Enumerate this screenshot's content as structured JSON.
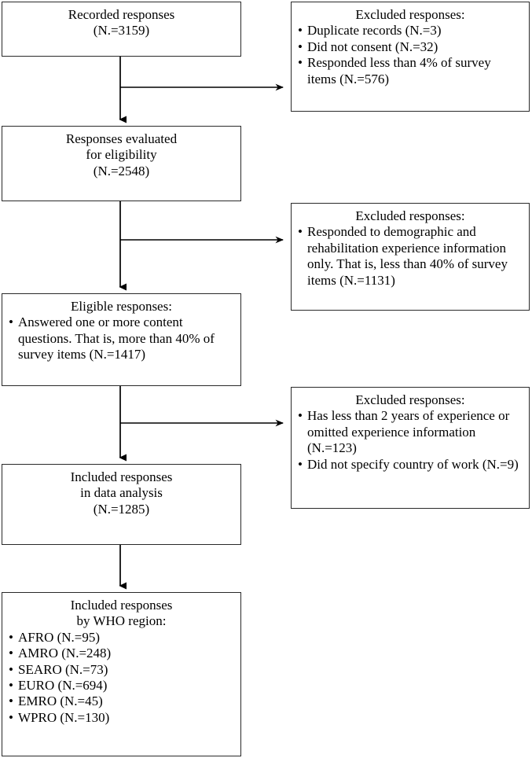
{
  "diagram": {
    "type": "flowchart",
    "title": "Survey response inclusion flow",
    "colors": {
      "stroke": "#2a2a2a",
      "background": "#ffffff",
      "text": "#000000"
    },
    "bullet_glyph": "•"
  },
  "boxes": {
    "recorded": {
      "heading_line_1": "Recorded responses",
      "heading_line_2": "(N.=3159)"
    },
    "evaluated": {
      "heading_line_1": "Responses evaluated",
      "heading_line_2": "for eligibility",
      "heading_line_3": "(N.=2548)"
    },
    "eligible": {
      "heading": "Eligible responses:",
      "items": [
        "Answered one or more content questions. That is, more than 40% of survey items (N.=1417)"
      ]
    },
    "included": {
      "heading_line_1": "Included responses",
      "heading_line_2": "in data analysis",
      "heading_line_3": "(N.=1285)"
    },
    "who": {
      "heading_line_1": "Included responses",
      "heading_line_2": "by WHO region:",
      "items": [
        "AFRO (N.=95)",
        "AMRO (N.=248)",
        "SEARO (N.=73)",
        "EURO (N.=694)",
        "EMRO (N.=45)",
        "WPRO (N.=130)"
      ]
    },
    "excluded_1": {
      "heading": "Excluded responses:",
      "items": [
        "Duplicate records (N.=3)",
        "Did not consent (N.=32)",
        "Responded less than 4% of survey items (N.=576)"
      ]
    },
    "excluded_2": {
      "heading": "Excluded responses:",
      "items": [
        "Responded to demographic and rehabilitation experience information only. That is, less than 40% of survey items (N.=1131)"
      ]
    },
    "excluded_3": {
      "heading": "Excluded responses:",
      "items": [
        "Has less than 2 years of experience or omitted experience information (N.=123)",
        "Did not specify country of work (N.=9)"
      ]
    }
  }
}
